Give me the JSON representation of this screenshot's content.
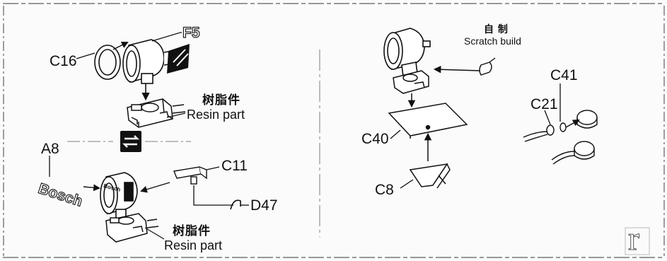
{
  "parts": {
    "c16": "C16",
    "f5": "F5",
    "a8": "A8",
    "c11": "C11",
    "d47": "D47",
    "c40": "C40",
    "c8": "C8",
    "c21": "C21",
    "c41": "C41"
  },
  "notes": {
    "resin_cn_1": "树脂件",
    "resin_en_1": "Resin part",
    "resin_cn_2": "树脂件",
    "resin_en_2": "Resin part",
    "scratch_cn": "自 制",
    "scratch_en": "Scratch build",
    "brand": "Bosch",
    "brand_small": "Bosch"
  },
  "page_letter": "r"
}
